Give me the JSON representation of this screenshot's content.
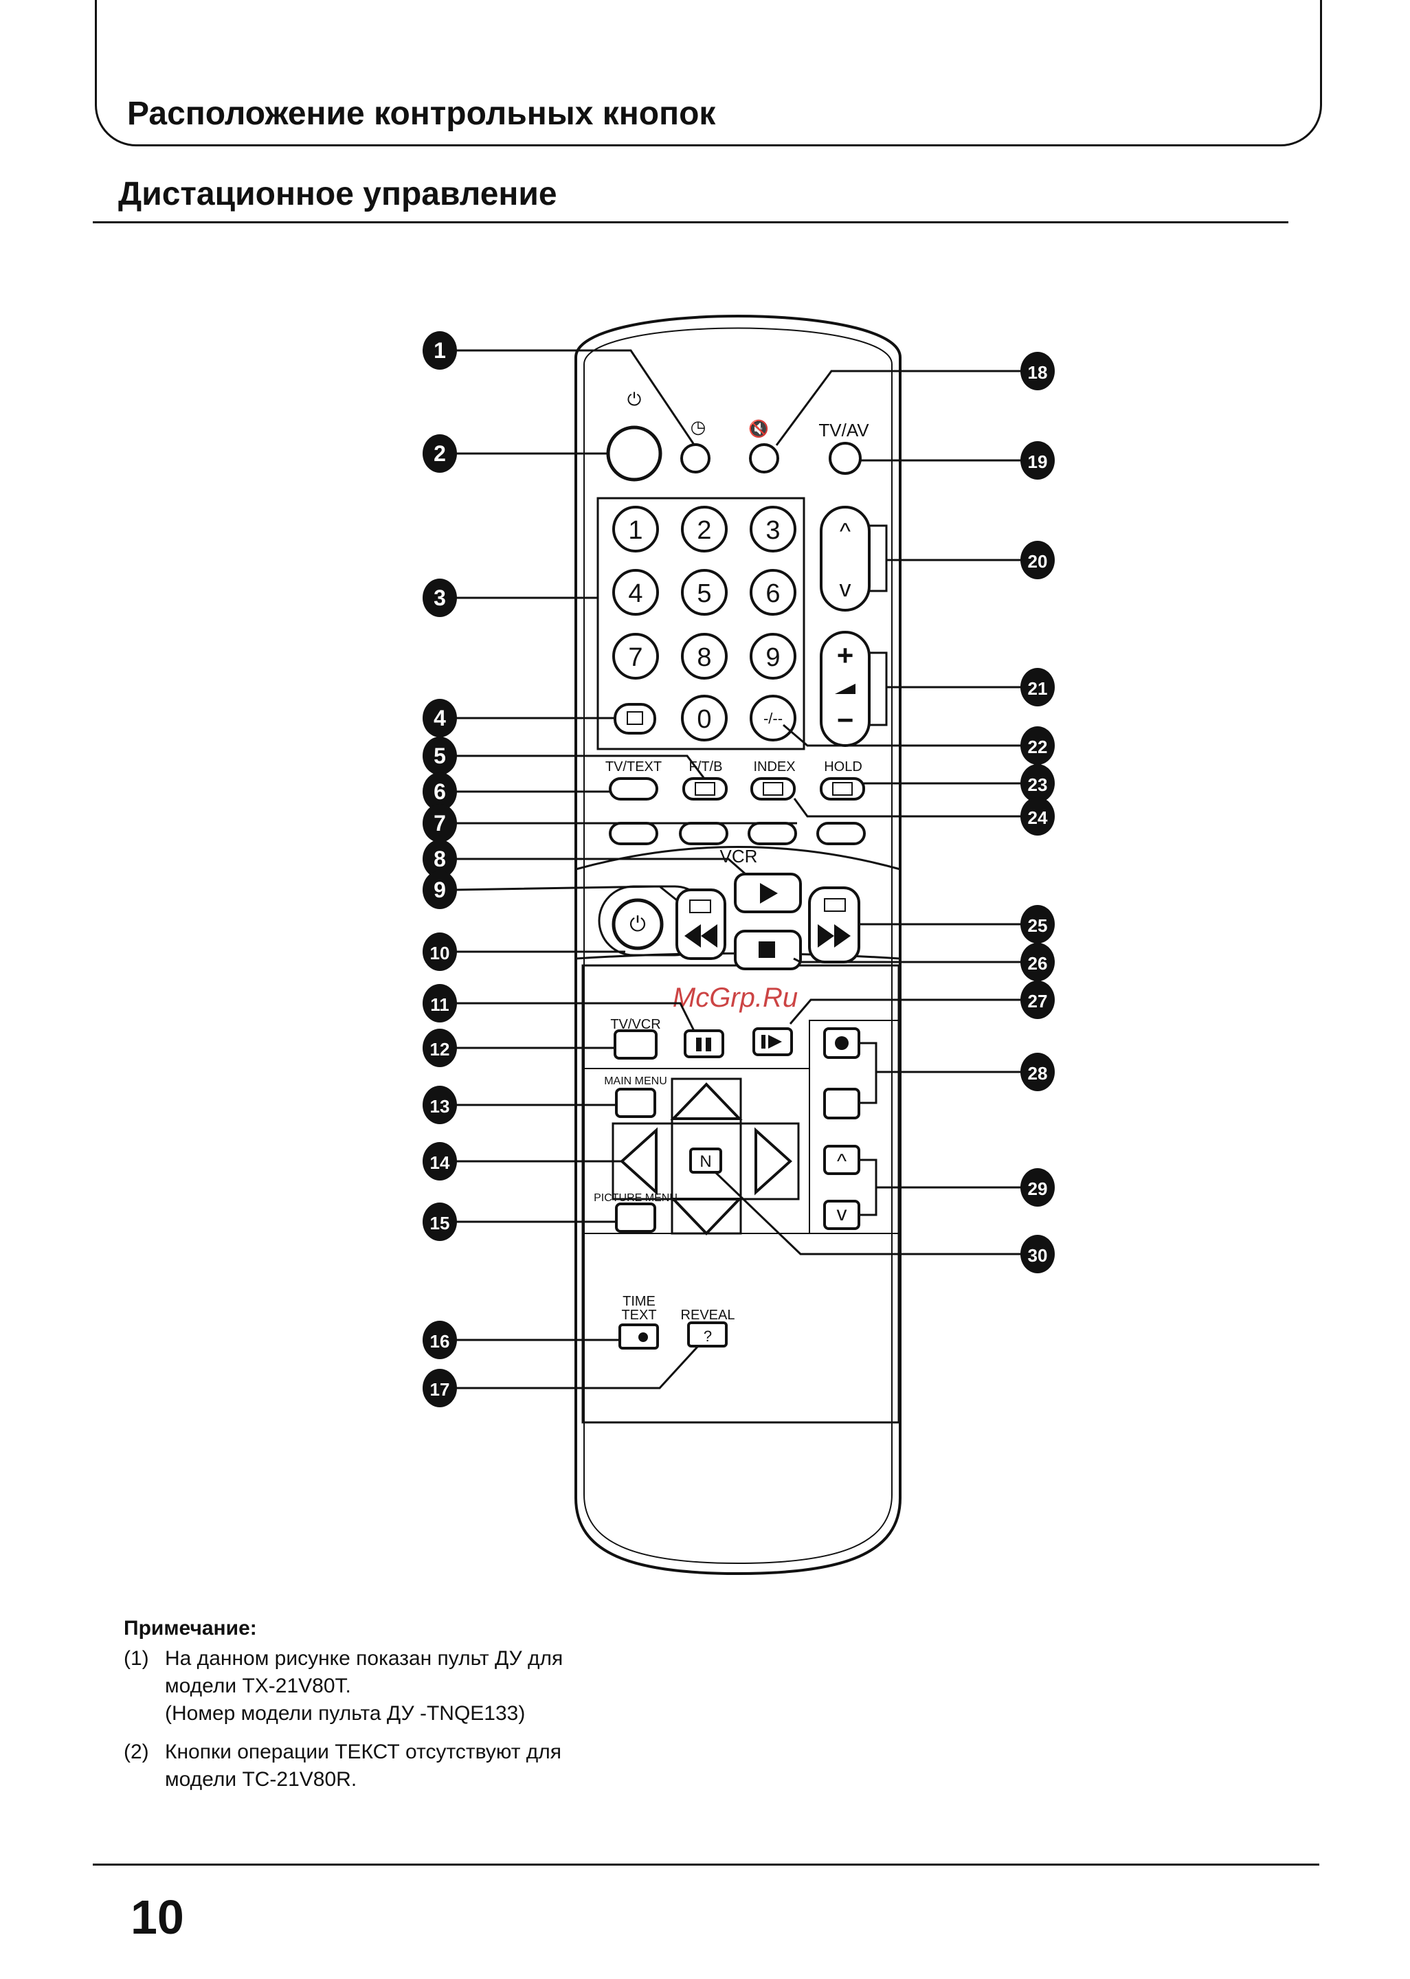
{
  "header": {
    "section_title": "Расположение контрольных кнопок",
    "subtitle": "Дистационное управление"
  },
  "remote": {
    "standby_symbol": "⏻",
    "timer_symbol": "◷",
    "mute_symbol": "🔇",
    "tv_av": "TV/AV",
    "digits": [
      "1",
      "2",
      "3",
      "4",
      "5",
      "6",
      "7",
      "8",
      "9",
      "0"
    ],
    "dash_key": "-/--",
    "ch_up": "^",
    "ch_down": "v",
    "vol_plus": "+",
    "vol_minus": "−",
    "tv_text": "TV/TEXT",
    "ftb": "F/T/B",
    "index": "INDEX",
    "hold": "HOLD",
    "vcr": "VCR",
    "tv_vcr": "TV/VCR",
    "main_menu": "MAIN MENU",
    "picture_menu": "PICTURE MENU",
    "n_key": "N",
    "time_text_line1": "TIME",
    "time_text_line2": "TEXT",
    "reveal": "REVEAL",
    "reveal_glyph": "?",
    "watermark": "McGrp.Ru"
  },
  "callouts": [
    "1",
    "2",
    "3",
    "4",
    "5",
    "6",
    "7",
    "8",
    "9",
    "10",
    "11",
    "12",
    "13",
    "14",
    "15",
    "16",
    "17",
    "18",
    "19",
    "20",
    "21",
    "22",
    "23",
    "24",
    "25",
    "26",
    "27",
    "28",
    "29",
    "30"
  ],
  "notes": {
    "title": "Примечание:",
    "items": [
      {
        "num": "(1)",
        "lines": [
          "На данном рисунке показан пульт ДУ для",
          "модели TX-21V80T.",
          "(Номер модели пульта ДУ -TNQE133)"
        ]
      },
      {
        "num": "(2)",
        "lines": [
          "Кнопки операции ТЕКСТ отсутствуют для",
          "модели TC-21V80R."
        ]
      }
    ]
  },
  "page_number": "10"
}
